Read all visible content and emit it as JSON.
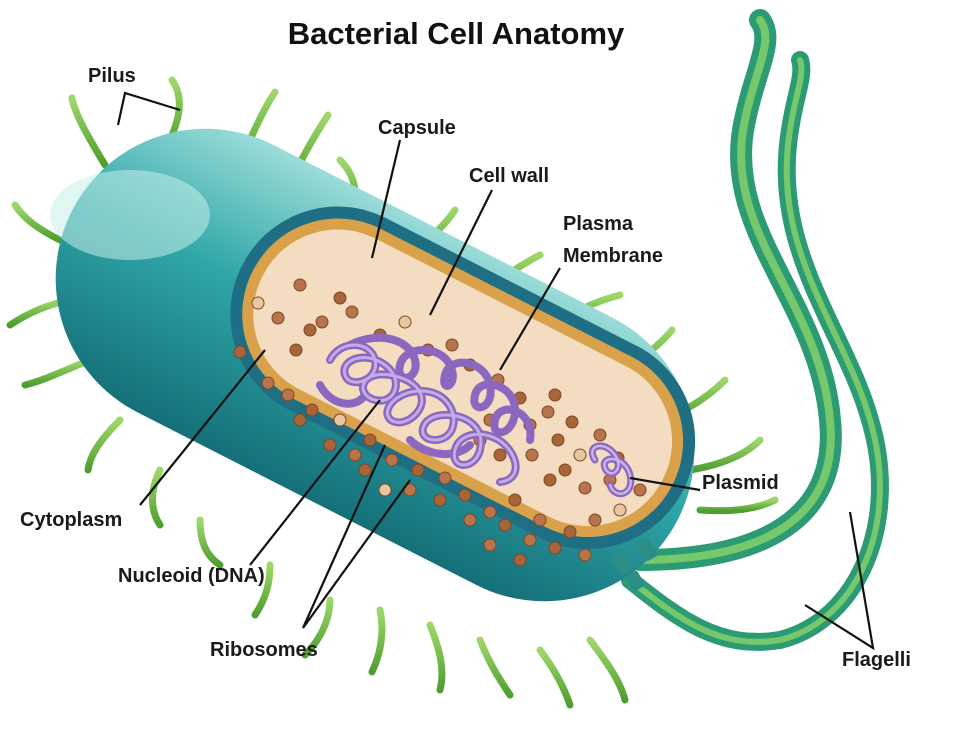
{
  "title": "Bacterial Cell Anatomy",
  "labels": {
    "pilus": "Pilus",
    "capsule": "Capsule",
    "cell_wall": "Cell wall",
    "plasma_membrane_line1": "Plasma",
    "plasma_membrane_line2": "Membrane",
    "plasmid": "Plasmid",
    "cytoplasm": "Cytoplasm",
    "nucleoid": "Nucleoid (DNA)",
    "ribosomes": "Ribosomes",
    "flagelli": "Flagelli"
  },
  "colors": {
    "capsule": "#2aa3a3",
    "capsule_light": "#8fd6d2",
    "cell_wall": "#1f6f84",
    "membrane": "#d9a24a",
    "cytoplasm": "#f3dcc0",
    "ribosome": "#b06a3a",
    "dna": "#9b79c9",
    "pili": "#6fbf3a",
    "flagella": "#3aa06a"
  }
}
